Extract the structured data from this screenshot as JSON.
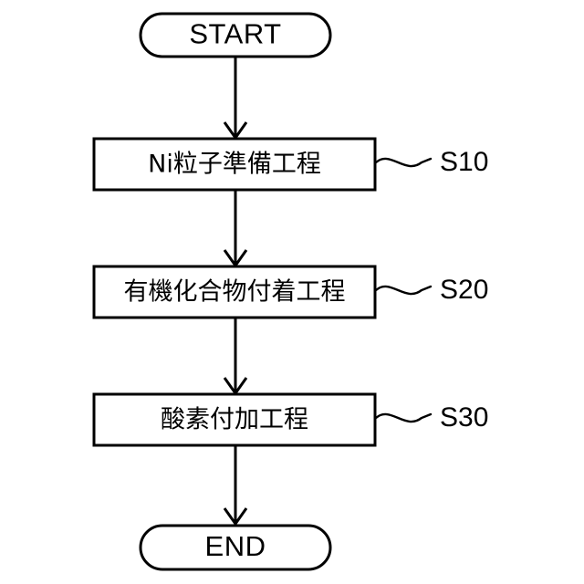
{
  "diagram": {
    "type": "flowchart",
    "orientation": "vertical",
    "language": "ja",
    "start_label": "START",
    "end_label": "END",
    "steps": [
      {
        "label": "Ni粒子準備工程",
        "ref": "S10"
      },
      {
        "label": "有機化合物付着工程",
        "ref": "S20"
      },
      {
        "label": "酸素付加工程",
        "ref": "S30"
      }
    ],
    "colors": {
      "stroke": "#000000",
      "fill": "#ffffff",
      "text": "#000000",
      "background": "#ffffff"
    }
  }
}
